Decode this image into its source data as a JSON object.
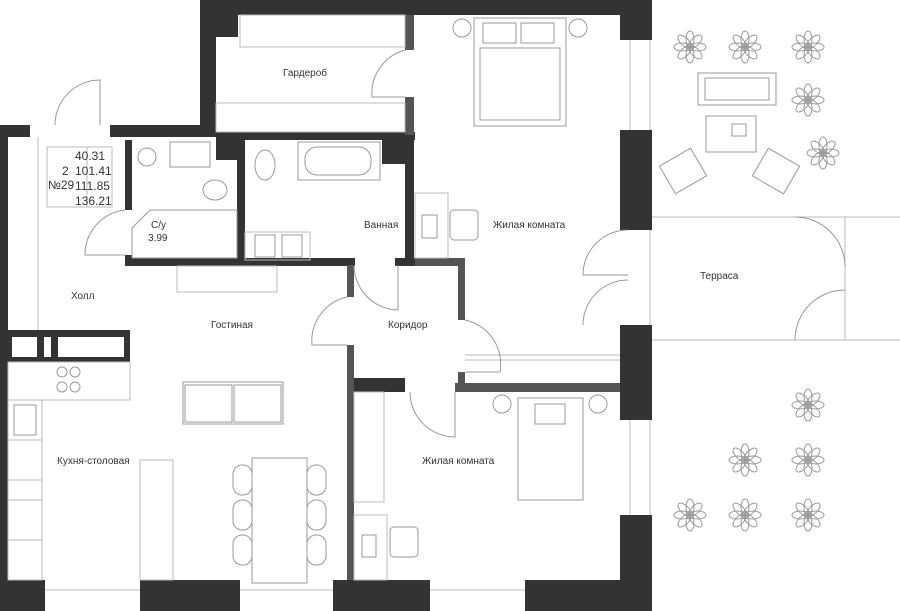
{
  "apartment": {
    "rooms_count": "2",
    "number": "№29",
    "areas": [
      "40.31",
      "101.41",
      "111.85",
      "136.21"
    ]
  },
  "rooms": {
    "wardrobe": "Гардероб",
    "bedroom_1": "Жилая комната",
    "terrace": "Терраса",
    "wc": "С/у",
    "wc_area": "3.99",
    "bathroom": "Ванная",
    "hall": "Холл",
    "living": "Гостиная",
    "corridor": "Коридор",
    "kitchen": "Кухня-столовая",
    "bedroom_2": "Жилая комната"
  },
  "colors": {
    "wall": "#333333",
    "line": "#bbbbbb"
  }
}
